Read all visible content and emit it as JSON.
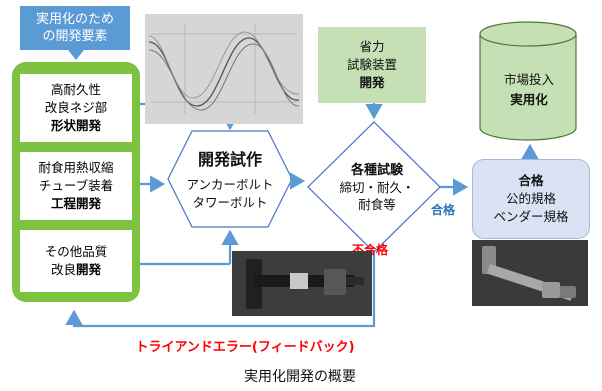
{
  "requirements_label": [
    "実用化のため",
    "の開発要素"
  ],
  "elements": {
    "durability": {
      "line1": "高耐久性",
      "line2": "改良ネジ部",
      "bold": "形状開発"
    },
    "tube": {
      "line1": "耐食用熱収縮",
      "line2": "チューブ装着",
      "bold": "工程開発"
    },
    "other": {
      "line1": "その他品質",
      "line2": "改良",
      "bold": "開発"
    }
  },
  "prototype": {
    "title": "開発試作",
    "line1": "アンカーボルト",
    "line2": "タワーボルト"
  },
  "test": {
    "title": "各種試験",
    "line1": "締切・耐久・",
    "line2": "耐食等"
  },
  "labor_saving": {
    "line1": "省力",
    "line2": "試験装置",
    "bold": "開発"
  },
  "market": {
    "line1": "市場投入",
    "bold": "実用化"
  },
  "pass_box": {
    "bold": "合格",
    "line1": "公的規格",
    "line2": "ベンダー規格"
  },
  "pass_label": "合格",
  "fail_label": "不合格",
  "feedback_label": "トライアンドエラー(フィードバック)",
  "caption": "実用化開発の概要",
  "colors": {
    "requirements": "#5b9bd5",
    "green_frame": "#7ec242",
    "green_box": "#c5e0b4",
    "pass_box": "#dae3f3",
    "arrow": "#5b9bd5",
    "pass_text": "#2e75b6",
    "fail_text": "#ff0000"
  },
  "icons": [
    "wave-photo",
    "bolt-photo",
    "bolt-photo"
  ]
}
